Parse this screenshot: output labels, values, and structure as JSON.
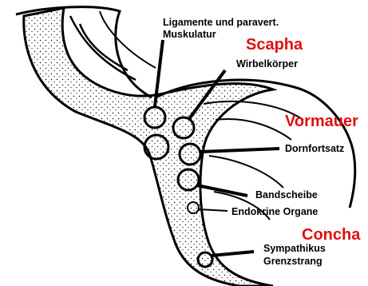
{
  "labels": {
    "ligament_line1": "Ligamente und paravert.",
    "ligament_line2": "Muskulatur",
    "wirbel": "Wirbelkörper",
    "dorn": "Dornfortsatz",
    "band": "Bandscheibe",
    "endo": "Endokrine Organe",
    "sym_line1": "Sympathikus",
    "sym_line2": "Grenzstrang"
  },
  "zones": {
    "scapha": "Scapha",
    "vormauer": "Vormauer",
    "concha": "Concha"
  },
  "colors": {
    "ink": "#000000",
    "zone_red": "#e01010",
    "background": "#ffffff"
  }
}
